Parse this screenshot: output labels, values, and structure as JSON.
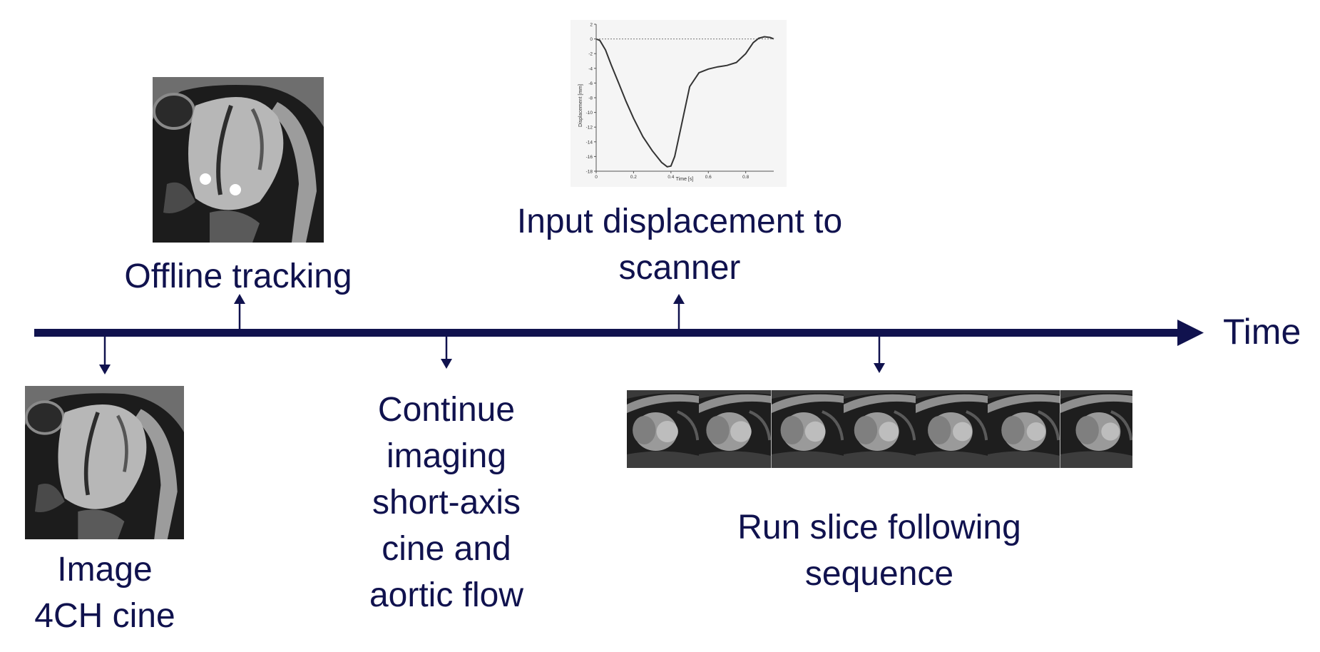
{
  "colors": {
    "navy": "#10124e",
    "image_bg": "#1d1d1d",
    "plot_line": "#333333"
  },
  "timeline": {
    "end_label": "Time"
  },
  "events": {
    "image_4ch": {
      "label_lines": [
        "Image",
        "4CH cine"
      ],
      "direction": "down"
    },
    "offline_tracking": {
      "label": "Offline tracking",
      "direction": "up"
    },
    "continue_imaging": {
      "label_lines": [
        "Continue",
        "imaging",
        "short-axis",
        "cine and",
        "aortic flow"
      ],
      "direction": "down"
    },
    "input_displacement": {
      "label_lines": [
        "Input displacement to",
        "scanner"
      ],
      "direction": "up"
    },
    "slice_following": {
      "label_lines": [
        "Run slice following",
        "sequence"
      ],
      "direction": "down"
    }
  },
  "chart_data": {
    "type": "line",
    "xlabel": "Time [s]",
    "ylabel": "Displacement [mm]",
    "xlim": [
      0,
      0.95
    ],
    "ylim": [
      -18,
      2
    ],
    "x_ticks": [
      "0",
      "0.2",
      "0.4",
      "0.6",
      "0.8"
    ],
    "y_ticks": [
      "2",
      "0",
      "-2",
      "-4",
      "-6",
      "-8",
      "-10",
      "-12",
      "-14",
      "-16",
      "-18"
    ],
    "grid": false,
    "series": [
      {
        "name": "",
        "x": [
          0,
          0.02,
          0.05,
          0.08,
          0.12,
          0.16,
          0.2,
          0.25,
          0.3,
          0.35,
          0.38,
          0.4,
          0.42,
          0.45,
          0.5,
          0.55,
          0.6,
          0.65,
          0.7,
          0.75,
          0.8,
          0.84,
          0.87,
          0.9,
          0.93,
          0.95
        ],
        "y": [
          0,
          -0.2,
          -1.5,
          -3.5,
          -6,
          -8.5,
          -10.8,
          -13.3,
          -15.2,
          -16.8,
          -17.4,
          -17.3,
          -16,
          -12.5,
          -6.5,
          -4.6,
          -4.1,
          -3.8,
          -3.6,
          -3.2,
          -2,
          -0.5,
          0.1,
          0.3,
          0.2,
          0
        ]
      },
      {
        "name": "",
        "x": [
          0,
          0.95
        ],
        "y": [
          0,
          0
        ]
      }
    ]
  },
  "slices": {
    "count": 7
  }
}
